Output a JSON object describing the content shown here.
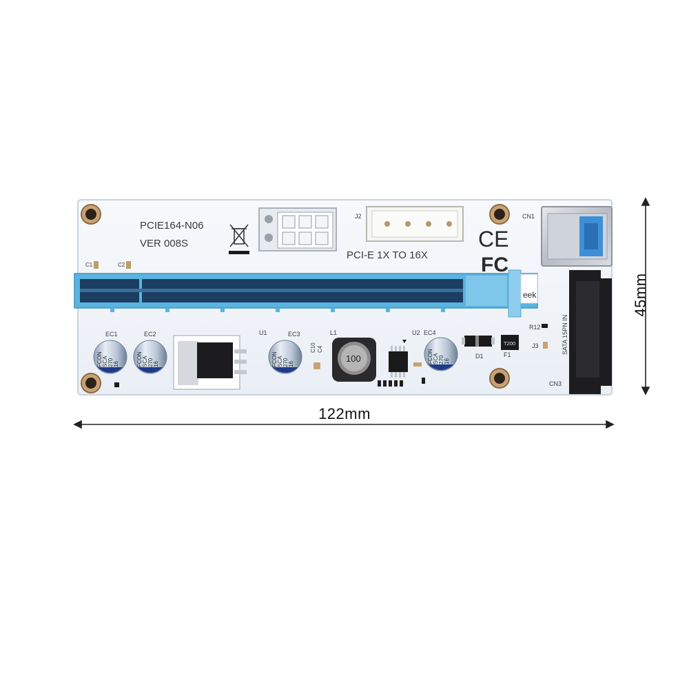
{
  "board": {
    "model": "PCIE164-N06",
    "version": "VER 008S",
    "title": "PCI-E  1X TO 16X",
    "ce_mark": "CE",
    "fcc_mark": "FC",
    "brand_fragment": "eek",
    "designators": {
      "cn1": "CN1",
      "cn3": "CN3",
      "j2": "J2",
      "j3": "J3",
      "r12": "R12",
      "d1": "D1",
      "f1": "F1",
      "c1": "C1",
      "c2": "C2",
      "ec1": "EC1",
      "ec2": "EC2",
      "ec3": "EC3",
      "ec4": "EC4",
      "u1": "U1",
      "u2": "U2",
      "l1": "L1",
      "c4": "C4",
      "c10": "C10",
      "sata": "SATA  15PN  IN"
    },
    "capacitor_text": [
      "FCON",
      "SCA",
      "270",
      "16"
    ],
    "inductor_code": "100",
    "fuse_code": "T200"
  },
  "dimensions": {
    "width": "122mm",
    "height": "45mm"
  },
  "colors": {
    "pcb": "#f4f7fb",
    "slot_blue": "#5ab4e0",
    "slot_dark": "#1c3e63",
    "usb_blue": "#3d8fd6"
  }
}
